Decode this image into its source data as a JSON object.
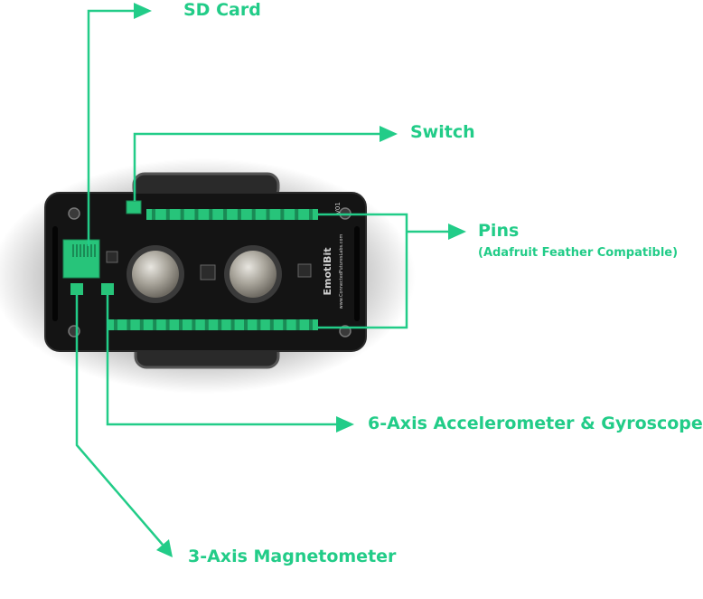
{
  "colors": {
    "accent": "#22cc88",
    "board": "#141414",
    "board_mark": "#cfcfcf",
    "header_pins": "#27c47a",
    "ghost_text": "#f2f2f2"
  },
  "labels": {
    "sd_card": "SD Card",
    "switch": "Switch",
    "pins": "Pins",
    "pins_sub": "(Adafruit Feather Compatible)",
    "imu": "6-Axis Accelerometer & Gyroscope",
    "magnetometer": "3-Axis Magnetometer"
  },
  "board": {
    "name": "EmotiBit",
    "version": "V01",
    "url": "www.ConnectedFuturesLabs.com"
  }
}
